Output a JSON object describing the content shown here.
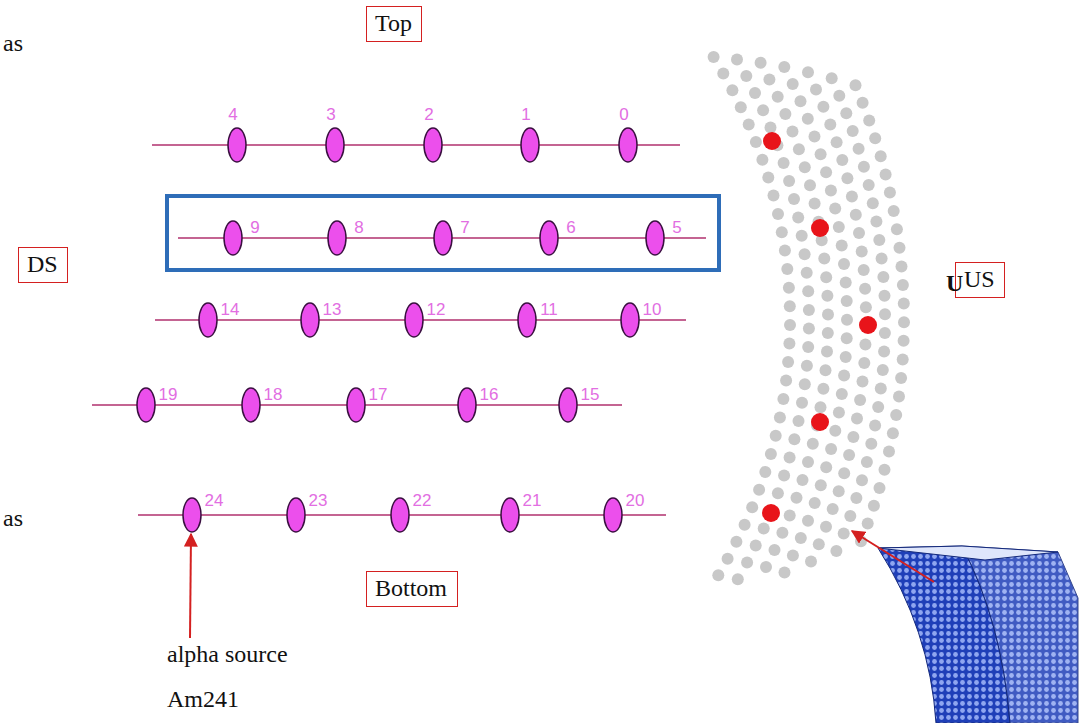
{
  "diagram": {
    "nodes": [
      {
        "text": [
          "Top"
        ]
      },
      {
        "text": [
          "DS"
        ]
      },
      {
        "text": [
          "US"
        ]
      },
      {
        "text": [
          "Bottom"
        ]
      }
    ],
    "labels": [
      "as",
      "4",
      "3",
      "2",
      "1",
      "0",
      "9",
      "8",
      "7",
      "6",
      "5",
      "14",
      "13",
      "12",
      "11",
      "10",
      "U",
      "19",
      "18",
      "17",
      "16",
      "15",
      "as",
      "24",
      "23",
      "22",
      "21",
      "20",
      "alpha source Am241"
    ]
  }
}
